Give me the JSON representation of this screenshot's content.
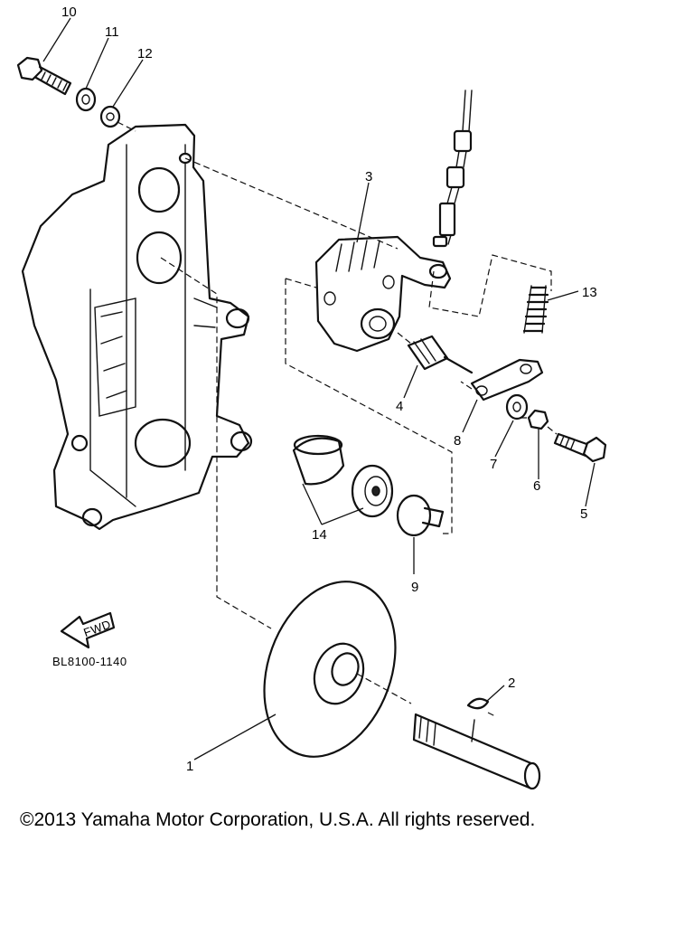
{
  "diagram": {
    "callouts": [
      "1",
      "2",
      "3",
      "4",
      "5",
      "6",
      "7",
      "8",
      "9",
      "10",
      "11",
      "12",
      "13",
      "14"
    ],
    "fwd_label": "FWD",
    "diagram_code": "BL8100-1140"
  },
  "footer": {
    "copyright": "©2013 Yamaha Motor Corporation, U.S.A. All rights reserved."
  }
}
